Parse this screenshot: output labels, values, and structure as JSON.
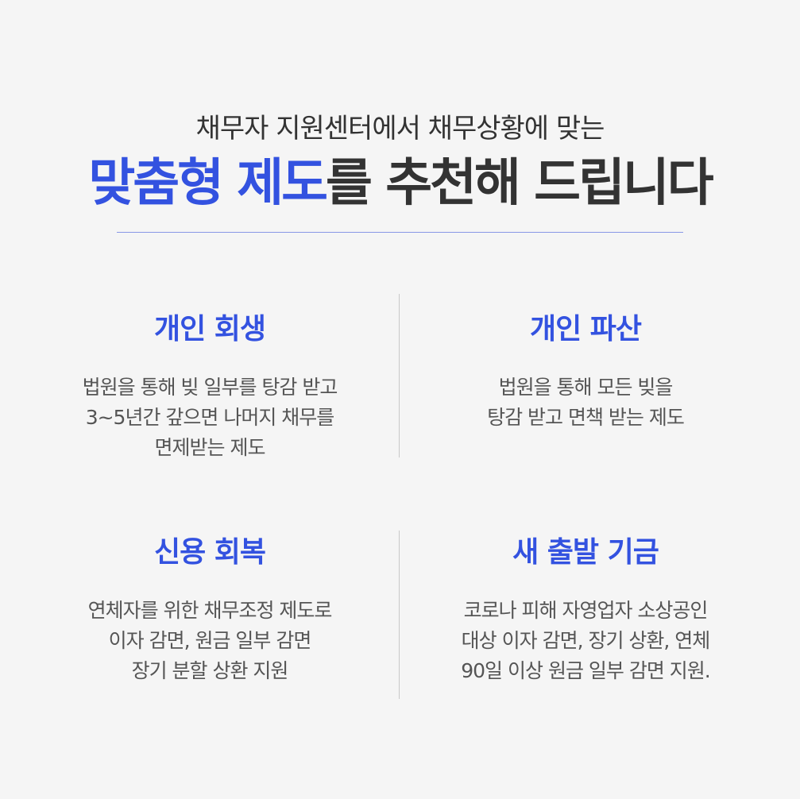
{
  "header": {
    "subtitle": "채무자 지원센터에서 채무상황에 맞는",
    "title_accent": "맞춤형 제도",
    "title_rest": "를 추천해 드립니다"
  },
  "cards": [
    {
      "title": "개인 회생",
      "lines": [
        "법원을 통해 빚 일부를 탕감 받고",
        "3~5년간 갚으면 나머지 채무를",
        "면제받는 제도"
      ]
    },
    {
      "title": "개인 파산",
      "lines": [
        "법원을 통해 모든 빚을",
        "탕감 받고 면책 받는 제도"
      ]
    },
    {
      "title": "신용 회복",
      "lines": [
        "연체자를 위한 채무조정 제도로",
        "이자 감면, 원금 일부 감면",
        "장기 분할 상환 지원"
      ]
    },
    {
      "title": "새 출발 기금",
      "lines": [
        "코로나 피해 자영업자 소상공인",
        "대상 이자 감면, 장기 상환, 연체",
        "90일 이상 원금 일부 감면 지원."
      ]
    }
  ],
  "colors": {
    "accent": "#3352e0",
    "text_dark": "#333333",
    "text_body": "#555555",
    "background": "#f5f5f5"
  }
}
